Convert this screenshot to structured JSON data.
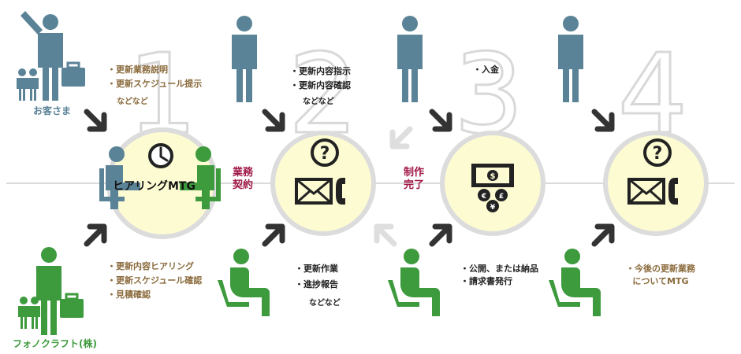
{
  "colors": {
    "client": "#5b8397",
    "company": "#3d9a3d",
    "circle_fill": "#fdfbd2",
    "circle_ring": "#dcdcdc",
    "arrow": "#333333",
    "numbers": "#d6d6d6",
    "step_label": "#a01848",
    "note_brown": "#8a6a3c"
  },
  "actors": {
    "client": "お客さま",
    "company": "フォノクラフト(株)"
  },
  "steps": [
    {
      "number": "1",
      "client_notes": [
        "・更新業務説明",
        "・更新スケジュール提示"
      ],
      "client_etc": "などなど",
      "company_notes": [
        "・更新内容ヒアリング",
        "・更新スケジュール確認",
        "・見積確認"
      ],
      "center_label": "ヒアリングMTG",
      "center_icons": [
        "clock-icon",
        "meeting-people-icon"
      ]
    },
    {
      "number": "2",
      "client_notes": [
        "・更新内容指示",
        "・更新内容確認"
      ],
      "client_etc": "などなど",
      "company_notes": [
        "・更新作業",
        "・進捗報告"
      ],
      "company_etc": "などなど",
      "center_icons": [
        "question-icon",
        "envelope-icon",
        "phone-icon"
      ]
    },
    {
      "number": "3",
      "client_notes": [
        "・入金"
      ],
      "company_notes": [
        "・公開、または納品",
        "・請求書発行"
      ],
      "center_icons": [
        "money-icon"
      ]
    },
    {
      "number": "4",
      "company_notes": [
        "・今後の更新業務",
        "についてMTG"
      ],
      "center_icons": [
        "question-icon",
        "envelope-icon",
        "phone-icon"
      ]
    }
  ],
  "transitions": [
    [
      "業務",
      "契約"
    ],
    [
      "制作",
      "完了"
    ]
  ]
}
